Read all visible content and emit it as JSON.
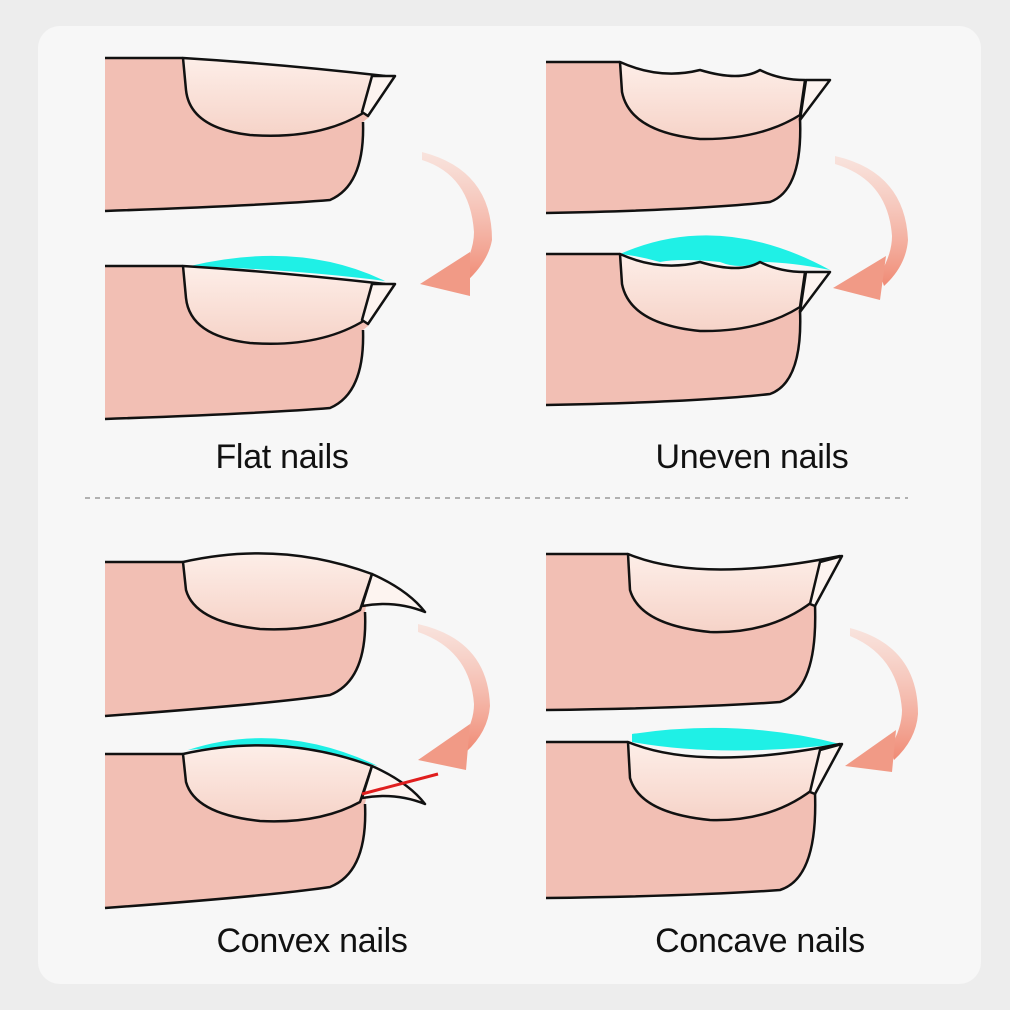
{
  "colors": {
    "skin": "#f2bfb4",
    "nail": "#f9ddd4",
    "gel": "#1ff0e6",
    "arrow": "#f19a86",
    "outline": "#111111",
    "cut_line": "#e01e1e",
    "divider": "#9a9a9a"
  },
  "panels": [
    {
      "label": "Flat nails"
    },
    {
      "label": "Uneven nails"
    },
    {
      "label": "Convex nails"
    },
    {
      "label": "Concave nails"
    }
  ]
}
